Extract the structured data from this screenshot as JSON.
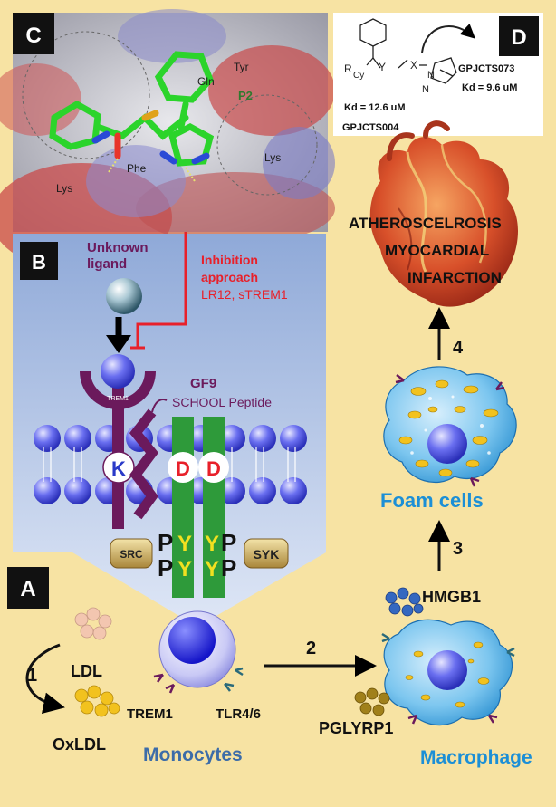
{
  "colors": {
    "background": "#F7E3A3",
    "panel_b": "#B7C8E8",
    "red": "#E8202A",
    "purple": "#6B1A5C",
    "green": "#2E9A3A",
    "membrane_blue": "#4A4FE0",
    "cyan_label": "#1C8FD6",
    "slate_label": "#3C6CA8",
    "foam_blue": "#3FA8E8",
    "lipid_yellow": "#F2C21E"
  },
  "panels": {
    "a": "A",
    "b": "B",
    "c": "C",
    "d": "D"
  },
  "panel_c": {
    "residues": {
      "tyr": "Tyr",
      "gln": "Gln",
      "p2": "P2",
      "lys_right": "Lys",
      "lys_left": "Lys",
      "phe": "Phe"
    }
  },
  "panel_d": {
    "r_label": "R",
    "cy_label": "Cy",
    "y_label": "Y",
    "x_label": "X",
    "n1": "N",
    "n2": "N",
    "compound_left_kd": "Kd = 12.6 uM",
    "compound_left_name": "GPJCTS004",
    "compound_right_name": "GPJCTS073",
    "compound_right_kd": "Kd = 9.6 uM"
  },
  "panel_b": {
    "unknown_ligand_line1": "Unknown",
    "unknown_ligand_line2": "ligand",
    "inhibition_line1": "Inhibition",
    "inhibition_line2": "approach",
    "inhibition_line3": "LR12, sTREM1",
    "trem1_receptor": "TREM1",
    "gf9": "GF9",
    "school_peptide": "SCHOOL Peptide",
    "k_residue": "K",
    "d_residue_1": "D",
    "d_residue_2": "D",
    "src": "SRC",
    "syk": "SYK",
    "p_letter": "P",
    "y_letter": "Y"
  },
  "pathway": {
    "ldl": "LDL",
    "oxldl": "OxLDL",
    "step1": "1",
    "step2": "2",
    "step3": "3",
    "step4": "4",
    "trem1": "TREM1",
    "tlr": "TLR4/6",
    "monocytes": "Monocytes",
    "macrophage": "Macrophage",
    "hmgb1": "HMGB1",
    "pglyrp1": "PGLYRP1",
    "foam_cells": "Foam cells",
    "outcome_line1": "ATHEROSCELROSIS",
    "outcome_line2": "MYOCARDIAL",
    "outcome_line3": "INFARCTION"
  }
}
